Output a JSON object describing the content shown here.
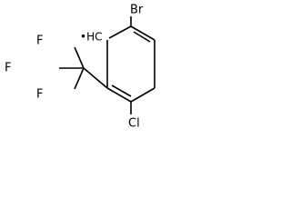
{
  "molecule": {
    "atoms": {
      "bromine": "Br",
      "chlorine": "Cl",
      "fluorine_top": "F",
      "fluorine_left": "F",
      "fluorine_bottom": "F",
      "radical_center": "•HC"
    },
    "colors": {
      "bond": "#000000",
      "text": "#000000",
      "background": "#ffffff"
    }
  }
}
